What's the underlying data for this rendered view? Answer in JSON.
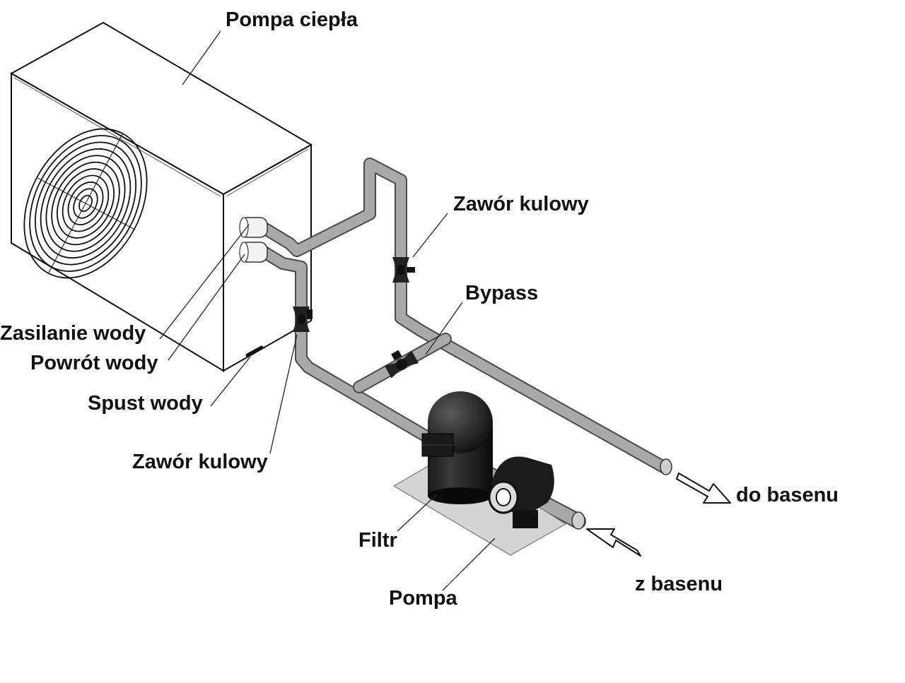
{
  "labels": {
    "heat_pump": "Pompa ciepła",
    "ball_valve_top": "Zawór kulowy",
    "bypass": "Bypass",
    "water_supply": "Zasilanie wody",
    "water_return": "Powrót wody",
    "water_drain": "Spust wody",
    "ball_valve_bottom": "Zawór kulowy",
    "to_pool": "do basenu",
    "filter": "Filtr",
    "pump": "Pompa",
    "from_pool": "z basenu"
  }
}
